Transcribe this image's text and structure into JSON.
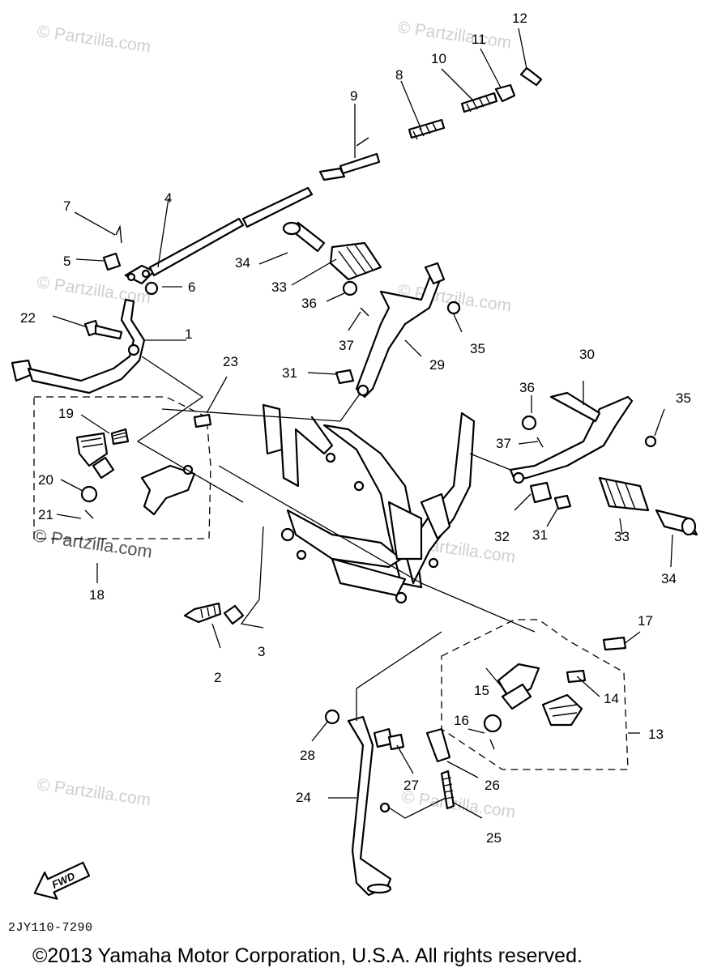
{
  "watermark": "© Partzilla.com",
  "diagram_code": "2JY110-7290",
  "fwd_label": "FWD",
  "copyright": "©2013 Yamaha Motor Corporation, U.S.A. All rights reserved.",
  "callouts": [
    "1",
    "2",
    "3",
    "4",
    "5",
    "6",
    "7",
    "8",
    "9",
    "10",
    "11",
    "12",
    "13",
    "14",
    "15",
    "16",
    "17",
    "18",
    "19",
    "20",
    "21",
    "22",
    "23",
    "24",
    "25",
    "26",
    "27",
    "28",
    "29",
    "30",
    "31",
    "32",
    "33",
    "34",
    "35",
    "36",
    "37"
  ],
  "repeat_callouts": {
    "31b": "31",
    "33b": "33",
    "34b": "34",
    "35b": "35",
    "36b": "36",
    "37b": "37"
  }
}
